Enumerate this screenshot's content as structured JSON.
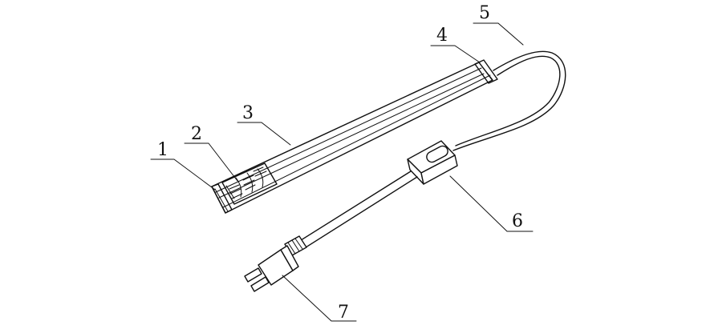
{
  "figure": {
    "callouts": [
      {
        "id": "1",
        "text": "1"
      },
      {
        "id": "2",
        "text": "2"
      },
      {
        "id": "3",
        "text": "3"
      },
      {
        "id": "4",
        "text": "4"
      },
      {
        "id": "5",
        "text": "5"
      },
      {
        "id": "6",
        "text": "6"
      },
      {
        "id": "7",
        "text": "7"
      }
    ],
    "colors": {
      "line": "#111111",
      "background": "#ffffff"
    }
  }
}
